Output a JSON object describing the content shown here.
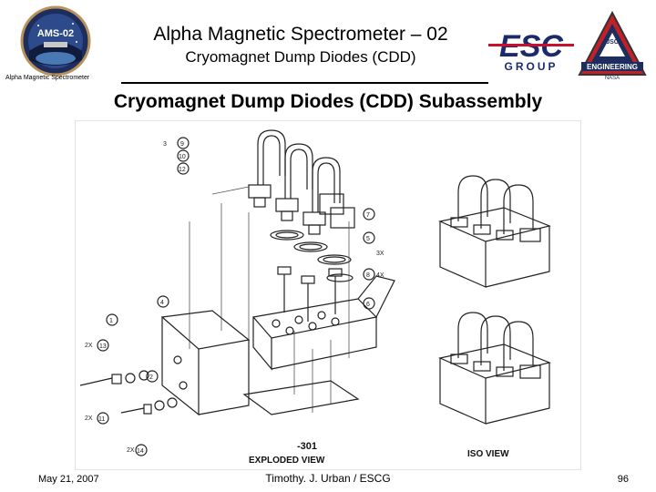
{
  "header": {
    "title": "Alpha Magnetic Spectrometer – 02",
    "subtitle": "Cryomagnet Dump Diodes (CDD)",
    "ams_logo_text": "AMS-02",
    "ams_caption": "Alpha Magnetic Spectrometer",
    "esc_logo_text": "ESC",
    "esc_logo_sub": "GROUP",
    "eng_logo_text": "ENGINEERING",
    "eng_logo_sub": "NASA",
    "eng_logo_top": "JSC"
  },
  "slide": {
    "heading": "Cryomagnet Dump Diodes (CDD) Subassembly"
  },
  "drawing": {
    "part_number": "-301",
    "exploded_label": "EXPLODED VIEW",
    "iso_label": "ISO VIEW",
    "callouts": {
      "c1": "1",
      "c2": "2",
      "c3": "3",
      "c4": "4",
      "c5": "5",
      "c6": "6",
      "c7": "7",
      "c8": "8",
      "c9": "9",
      "c10": "10",
      "c11": "11",
      "c12": "12",
      "c13": "13",
      "c14": "14",
      "q3x": "3X",
      "q4x": "4X",
      "q2xa": "2X",
      "q2xb": "2X",
      "q2xc": "2X"
    }
  },
  "footer": {
    "date": "May 21, 2007",
    "author": "Timothy. J. Urban / ESCG",
    "page": "96"
  },
  "colors": {
    "esc_blue": "#1b2a6b",
    "esc_red": "#c8102e",
    "ams_navy": "#1d2e5e",
    "eng_red": "#c22026"
  }
}
